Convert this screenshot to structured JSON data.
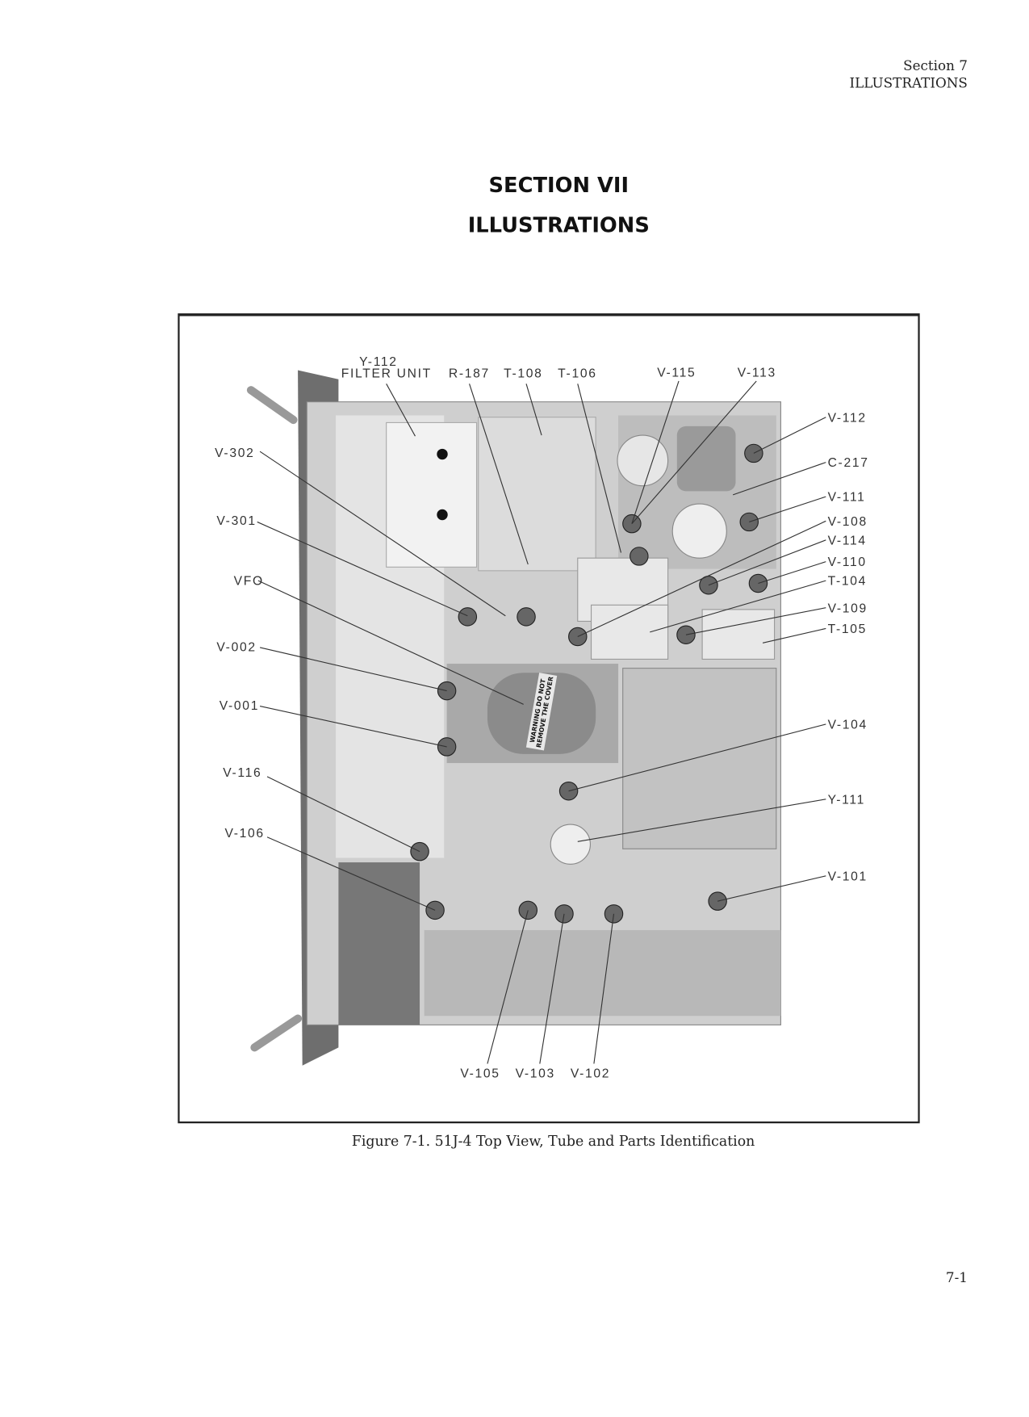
{
  "header": {
    "section": "Section 7",
    "subtitle": "ILLUSTRATIONS"
  },
  "title": {
    "line1": "SECTION VII",
    "line2": "ILLUSTRATIONS"
  },
  "figure": {
    "caption": "Figure 7-1.  51J-4 Top View, Tube and Parts Identification",
    "labels_top": [
      "Y-112",
      "FILTER UNIT",
      "R-187",
      "T-108",
      "T-106",
      "V-115",
      "V-113"
    ],
    "labels_right": [
      "V-112",
      "C-217",
      "V-111",
      "V-108",
      "V-114",
      "V-110",
      "T-104",
      "V-109",
      "T-105",
      "V-104",
      "Y-111",
      "V-101"
    ],
    "labels_left": [
      "V-302",
      "V-301",
      "VFO",
      "V-002",
      "V-001",
      "V-116",
      "V-106"
    ],
    "labels_bottom": [
      "V-105",
      "V-103",
      "V-102"
    ],
    "warning_text": "WARNING DO NOT REMOVE THE COVER"
  },
  "page_number": "7-1"
}
